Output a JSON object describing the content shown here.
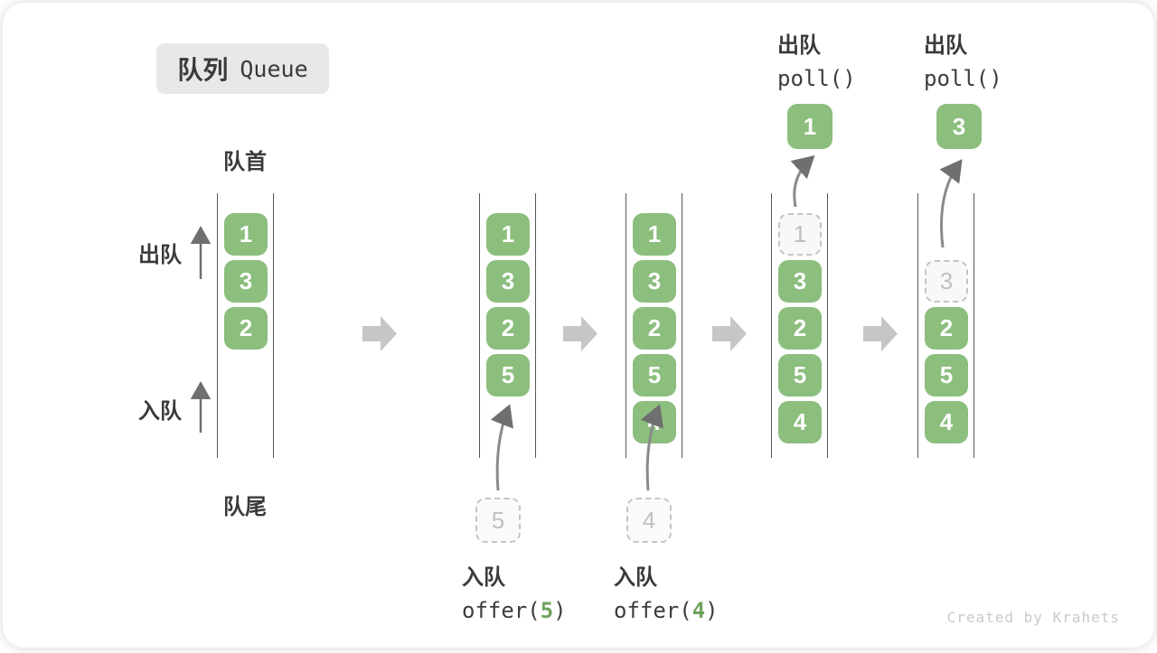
{
  "title": {
    "zh": "队列",
    "en": "Queue"
  },
  "side_labels": {
    "front": "队首",
    "rear": "队尾",
    "dequeue": "出队",
    "enqueue": "入队"
  },
  "colors": {
    "box_green": "#8cbe7e",
    "accent_green": "#6fa35c",
    "ghost_gray": "#c4c4c4",
    "channel_line": "#575757",
    "block_arrow": "#c6c6c6",
    "text_dark": "#3a3a3a",
    "watermark_gray": "#c9c9c9",
    "title_bg": "#e8e8e8"
  },
  "queues": [
    {
      "cells": [
        {
          "v": "1"
        },
        {
          "v": "3"
        },
        {
          "v": "2"
        }
      ]
    },
    {
      "cells": [
        {
          "v": "1"
        },
        {
          "v": "3"
        },
        {
          "v": "2"
        },
        {
          "v": "5"
        }
      ],
      "pending": "5",
      "op_zh": "入队",
      "op_code_pre": "offer(",
      "op_arg": "5",
      "op_code_post": ")"
    },
    {
      "cells": [
        {
          "v": "1"
        },
        {
          "v": "3"
        },
        {
          "v": "2"
        },
        {
          "v": "5"
        },
        {
          "v": "4"
        }
      ],
      "pending": "4",
      "op_zh": "入队",
      "op_code_pre": "offer(",
      "op_arg": "4",
      "op_code_post": ")"
    },
    {
      "cells": [
        {
          "v": "1",
          "ghost": true
        },
        {
          "v": "3"
        },
        {
          "v": "2"
        },
        {
          "v": "5"
        },
        {
          "v": "4"
        }
      ],
      "result": "1",
      "op_zh": "出队",
      "op_code": "poll()"
    },
    {
      "cells": [
        {
          "v": "3",
          "ghost": true
        },
        {
          "v": "2"
        },
        {
          "v": "5"
        },
        {
          "v": "4"
        }
      ],
      "result": "3",
      "op_zh": "出队",
      "op_code": "poll()"
    }
  ],
  "watermark": "Created by Krahets"
}
